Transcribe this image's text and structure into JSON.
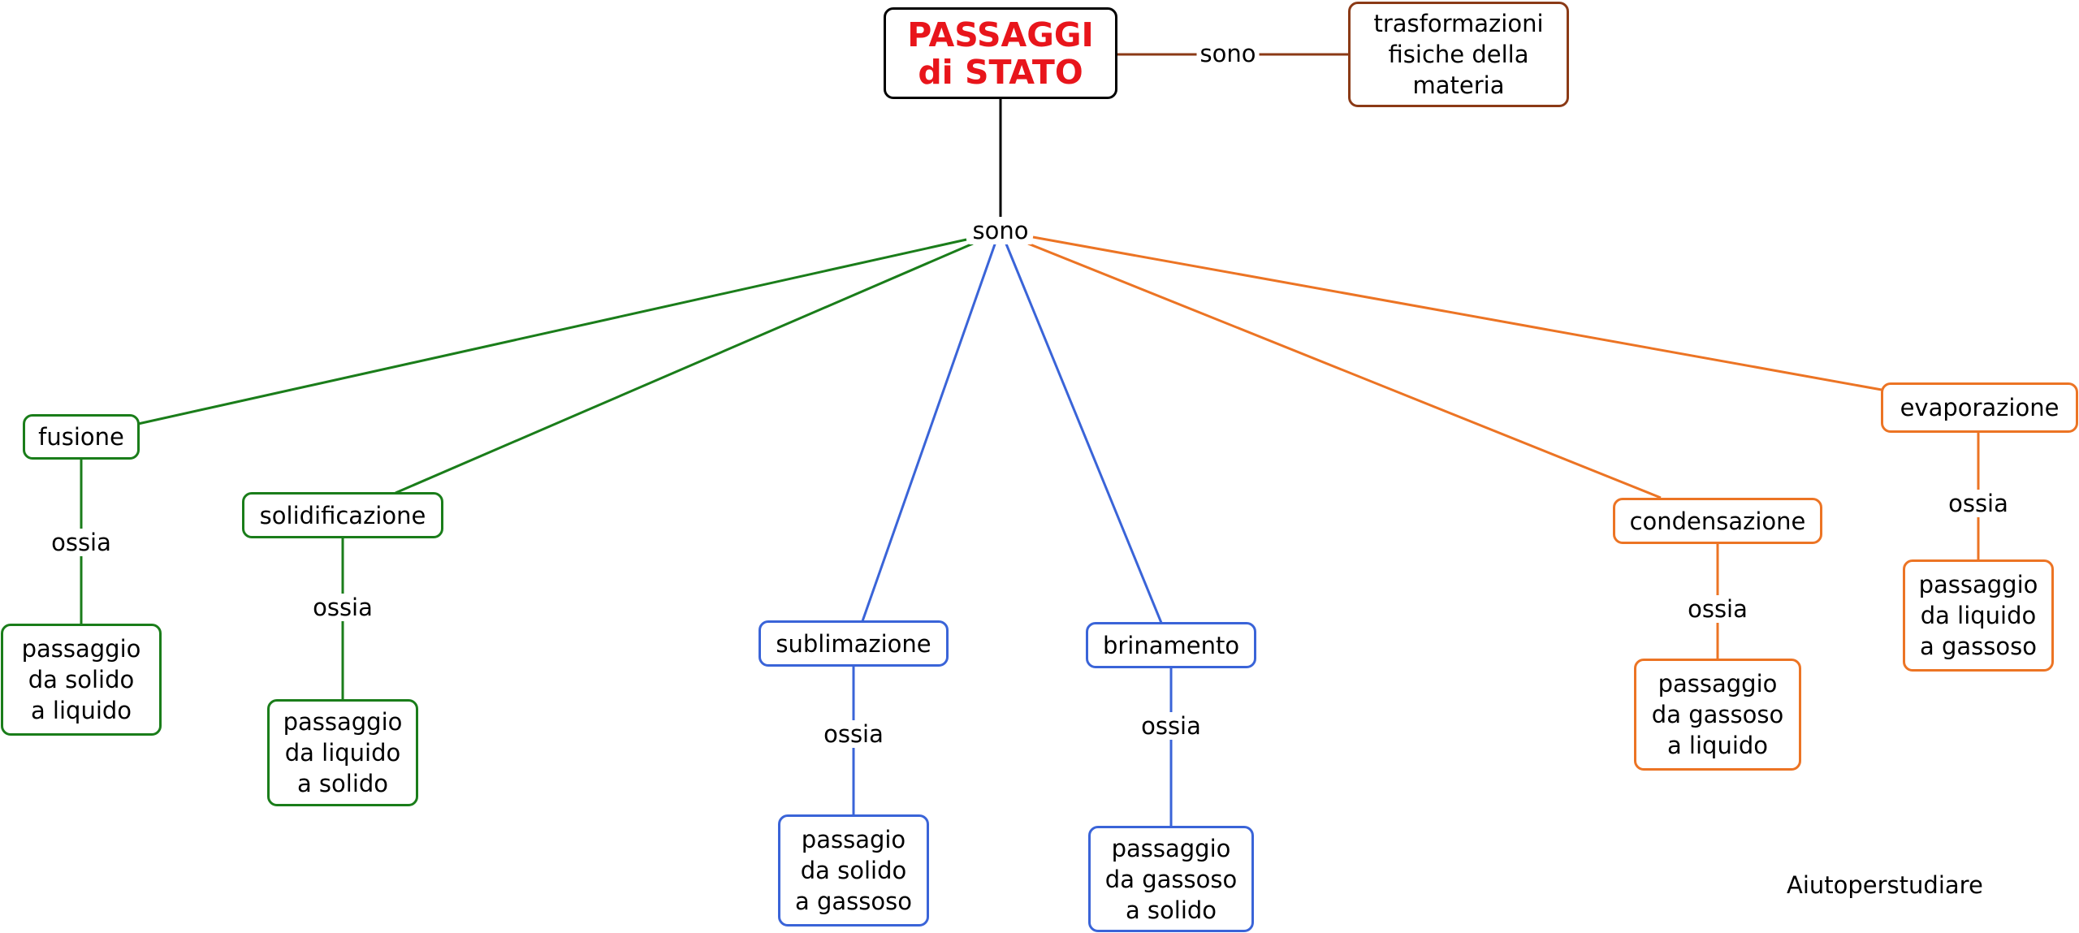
{
  "colors": {
    "title_text": "#e8151b",
    "root_border": "#000000",
    "brown": "#8b3a16",
    "green": "#1a7d1a",
    "blue": "#3a64d8",
    "orange": "#ec7424"
  },
  "title": "PASSAGGI\ndi STATO",
  "definition": {
    "link_label": "sono",
    "text": "trasformazioni\nfisiche della\nmateria"
  },
  "hub_label": "sono",
  "branches": [
    {
      "name": "fusione",
      "link_label": "ossia",
      "description": "passaggio\nda solido\na liquido",
      "color": "green"
    },
    {
      "name": "solidificazione",
      "link_label": "ossia",
      "description": "passaggio\nda liquido\na solido",
      "color": "green"
    },
    {
      "name": "sublimazione",
      "link_label": "ossia",
      "description": "passagio\nda solido\na gassoso",
      "color": "blue"
    },
    {
      "name": "brinamento",
      "link_label": "ossia",
      "description": "passaggio\nda gassoso\na solido",
      "color": "blue"
    },
    {
      "name": "condensazione",
      "link_label": "ossia",
      "description": "passaggio\nda gassoso\na liquido",
      "color": "orange"
    },
    {
      "name": "evaporazione",
      "link_label": "ossia",
      "description": "passaggio\nda liquido\na gassoso",
      "color": "orange"
    }
  ],
  "credit": "Aiutoperstudiare"
}
